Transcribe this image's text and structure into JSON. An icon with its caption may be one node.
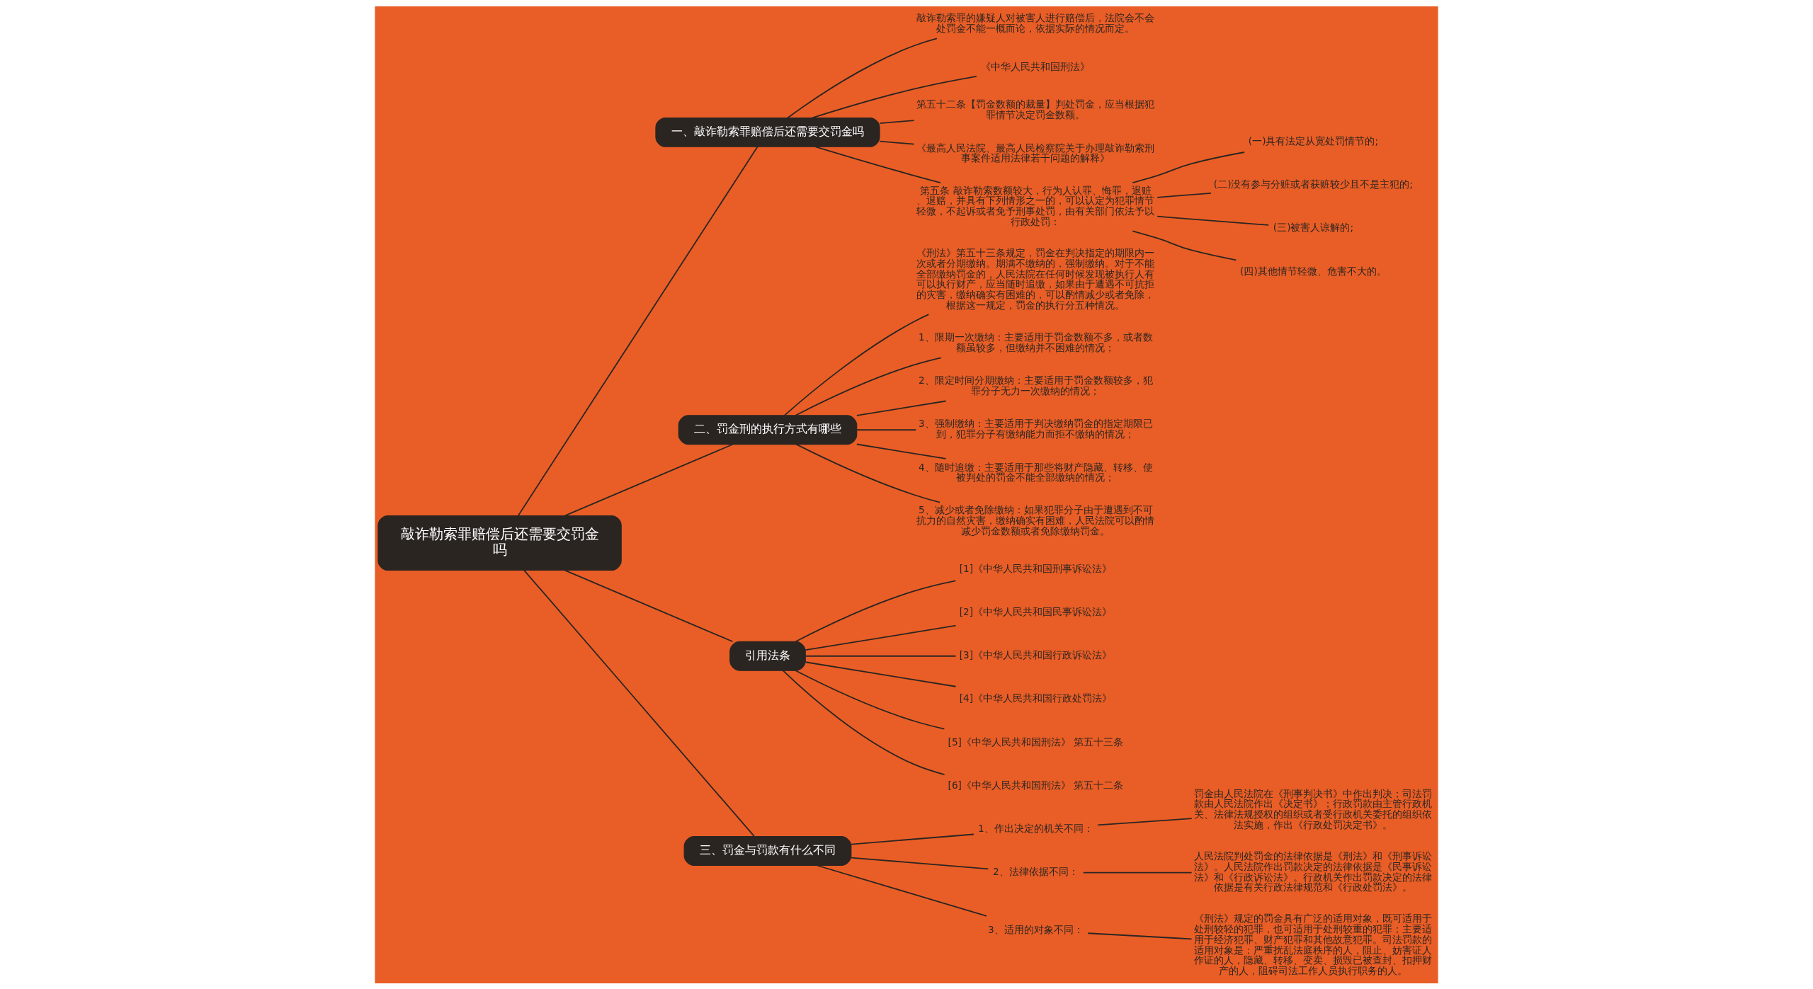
{
  "diagram": {
    "nodes": [
      {
        "text": [
          "敲诈勒索罪赔偿后还需要交罚金吗"
        ]
      },
      {
        "text": [
          "一、敲诈勒索罪赔偿后还需要交罚金吗"
        ]
      },
      {
        "text": [
          "敲诈勒索罪的嫌疑人对被害人进行赔偿后，法院会不会处罚金不能一概而论，依据实际的情况而定。"
        ]
      },
      {
        "text": [
          "《中华人民共和国刑法》"
        ]
      },
      {
        "text": [
          "第五十二条【罚金数额的裁量】判处罚金，应当根据犯罪情节决定罚金数额。"
        ]
      },
      {
        "text": [
          "《最高人民法院、最高人民检察院关于办理敲诈勒索刑事案件适用法律若干问题的解释》"
        ]
      },
      {
        "text": [
          "第五条 敲诈勒索数额较大，行为人认罪、悔罪，退赃、退赔，并具有下列情形之一的，可以认定为犯罪情节轻微，不起诉或者免予刑事处罚，由有关部门依法予以行政处罚："
        ]
      },
      {
        "text": [
          "(一)具有法定从宽处罚情节的;"
        ]
      },
      {
        "text": [
          "(二)没有参与分赃或者获赃较少且不是主犯的;"
        ]
      },
      {
        "text": [
          "(三)被害人谅解的;"
        ]
      },
      {
        "text": [
          "(四)其他情节轻微、危害不大的。"
        ]
      },
      {
        "text": [
          "二、罚金刑的执行方式有哪些"
        ]
      },
      {
        "text": [
          "《刑法》第五十三条规定，罚金在判决指定的期限内一次或者分期缴纳。期满不缴纳的，强制缴纳。对于不能全部缴纳罚金的，人民法院在任何时候发现被执行人有可以执行财产，应当随时追缴，如果由于遭遇不可抗拒的灾害，缴纳确实有困难的，可以酌情减少或者免除，根据这一规定，罚金的执行分五种情况。"
        ]
      },
      {
        "text": [
          "1、限期一次缴纳：主要适用于罚金数额不多，或者数额虽较多，但缴纳并不困难的情况；"
        ]
      },
      {
        "text": [
          "2、限定时间分期缴纳：主要适用于罚金数额较多，犯罪分子无力一次缴纳的情况；"
        ]
      },
      {
        "text": [
          "3、强制缴纳：主要适用于判决缴纳罚金的指定期限已到，犯罪分子有缴纳能力而拒不缴纳的情况；"
        ]
      },
      {
        "text": [
          "4、随时追缴：主要适用于那些将财产隐藏、转移、使被判处的罚金不能全部缴纳的情况；"
        ]
      },
      {
        "text": [
          "5、减少或者免除缴纳：如果犯罪分子由于遭遇到不可抗力的自然灾害，缴纳确实有困难，人民法院可以酌情减少罚金数额或者免除缴纳罚金。"
        ]
      },
      {
        "text": [
          "引用法条"
        ]
      },
      {
        "text": [
          "[1]《中华人民共和国刑事诉讼法》"
        ]
      },
      {
        "text": [
          "[2]《中华人民共和国民事诉讼法》"
        ]
      },
      {
        "text": [
          "[3]《中华人民共和国行政诉讼法》"
        ]
      },
      {
        "text": [
          "[4]《中华人民共和国行政处罚法》"
        ]
      },
      {
        "text": [
          "[5]《中华人民共和国刑法》 第五十三条"
        ]
      },
      {
        "text": [
          "[6]《中华人民共和国刑法》 第五十二条"
        ]
      },
      {
        "text": [
          "三、罚金与罚款有什么不同"
        ]
      },
      {
        "text": [
          "1、作出决定的机关不同："
        ]
      },
      {
        "text": [
          "罚金由人民法院在《刑事判决书》中作出判决；司法罚款由人民法院作出《决定书》；行政罚款由主管行政机关、法律法规授权的组织或者受行政机关委托的组织依法实施，作出《行政处罚决定书》。"
        ]
      },
      {
        "text": [
          "2、法律依据不同："
        ]
      },
      {
        "text": [
          "人民法院判处罚金的法律依据是《刑法》和《刑事诉讼法》。人民法院作出罚款决定的法律依据是《民事诉讼法》和《行政诉讼法》。行政机关作出罚款决定的法律依据是有关行政法律规范和《行政处罚法》。"
        ]
      },
      {
        "text": [
          "3、适用的对象不同："
        ]
      },
      {
        "text": [
          "《刑法》规定的罚金具有广泛的适用对象，既可适用于处刑较轻的犯罪，也可适用于处刑较重的犯罪；主要适用于经济犯罪、财产犯罪和其他故意犯罪。司法罚款的适用对象是：严重扰乱法庭秩序的人，阻止、妨害证人作证的人，隐藏、转移、变卖、损毁已被查封、扣押财产的人，阻碍司法工作人员执行职务的人。"
        ]
      }
    ],
    "edges": [
      {
        "from": 0,
        "to": 1,
        "arrow": "none"
      },
      {
        "from": 1,
        "to": 2,
        "arrow": "none"
      },
      {
        "from": 1,
        "to": 3,
        "arrow": "none"
      },
      {
        "from": 1,
        "to": 4,
        "arrow": "none"
      },
      {
        "from": 1,
        "to": 5,
        "arrow": "none"
      },
      {
        "from": 1,
        "to": 6,
        "arrow": "none"
      },
      {
        "from": 6,
        "to": 7,
        "arrow": "none"
      },
      {
        "from": 6,
        "to": 8,
        "arrow": "none"
      },
      {
        "from": 6,
        "to": 9,
        "arrow": "none"
      },
      {
        "from": 6,
        "to": 10,
        "arrow": "none"
      },
      {
        "from": 0,
        "to": 11,
        "arrow": "none"
      },
      {
        "from": 11,
        "to": 12,
        "arrow": "none"
      },
      {
        "from": 11,
        "to": 13,
        "arrow": "none"
      },
      {
        "from": 11,
        "to": 14,
        "arrow": "none"
      },
      {
        "from": 11,
        "to": 15,
        "arrow": "none"
      },
      {
        "from": 11,
        "to": 16,
        "arrow": "none"
      },
      {
        "from": 11,
        "to": 17,
        "arrow": "none"
      },
      {
        "from": 0,
        "to": 18,
        "arrow": "none"
      },
      {
        "from": 18,
        "to": 19,
        "arrow": "none"
      },
      {
        "from": 18,
        "to": 20,
        "arrow": "none"
      },
      {
        "from": 18,
        "to": 21,
        "arrow": "none"
      },
      {
        "from": 18,
        "to": 22,
        "arrow": "none"
      },
      {
        "from": 18,
        "to": 23,
        "arrow": "none"
      },
      {
        "from": 18,
        "to": 24,
        "arrow": "none"
      },
      {
        "from": 0,
        "to": 25,
        "arrow": "none"
      },
      {
        "from": 25,
        "to": 26,
        "arrow": "none"
      },
      {
        "from": 26,
        "to": 27,
        "arrow": "none"
      },
      {
        "from": 25,
        "to": 28,
        "arrow": "none"
      },
      {
        "from": 28,
        "to": 29,
        "arrow": "none"
      },
      {
        "from": 25,
        "to": 30,
        "arrow": "none"
      },
      {
        "from": 30,
        "to": 31,
        "arrow": "none"
      }
    ]
  }
}
